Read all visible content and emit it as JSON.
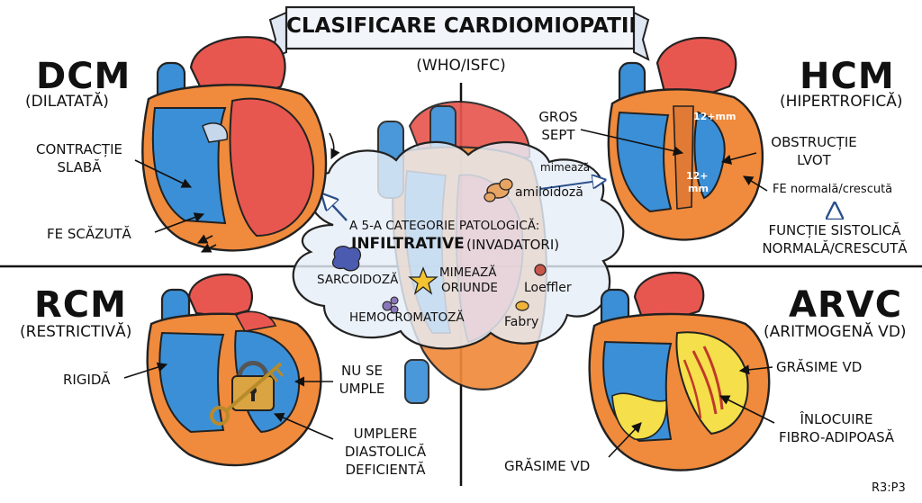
{
  "title": "CLASIFICARE CARDIOMIOPATII",
  "subtitle": "(WHO/ISFC)",
  "quadrants": {
    "dcm": {
      "name": "DCM",
      "full": "(DILATATĂ)",
      "labels": [
        "CONTRACȚIE",
        "SLABĂ",
        "FE SCĂZUTĂ"
      ]
    },
    "hcm": {
      "name": "HCM",
      "full": "(HIPERTROFICĂ)",
      "labels": [
        "GROS",
        "SEPT",
        "OBSTRUCȚIE",
        "LVOT",
        "FE normală/crescută",
        "FUNCȚIE SISTOLICĂ",
        "NORMALĂ/CRESCUTĂ",
        "12+mm",
        "12+",
        "mm"
      ]
    },
    "rcm": {
      "name": "RCM",
      "full": "(RESTRICTIVĂ)",
      "labels": [
        "RIGIDĂ",
        "NU SE",
        "UMPLE",
        "UMPLERE",
        "DIASTOLICĂ",
        "DEFICIENTĂ"
      ]
    },
    "arvc": {
      "name": "ARVC",
      "full": "(ARITMOGENĂ VD)",
      "labels": [
        "GRĂSIME VD",
        "ÎNLOCUIRE",
        "FIBRO-ADIPOASĂ",
        "GRĂSIME VD"
      ]
    }
  },
  "center": {
    "heading_line1": "A 5-A CATEGORIE PATOLOGICĂ:",
    "heading_bold": "INFILTRATIVE",
    "heading_rest": "(INVADATORI)",
    "mimics_arrow": "mimează",
    "items": {
      "amiloidoza": "amiloidoză",
      "sarcoidoza": "SARCOIDOZĂ",
      "mimeaza_oriunde_1": "MIMEAZĂ",
      "mimeaza_oriunde_2": "ORIUNDE",
      "loeffler": "Loeffler",
      "hemocromatoza": "HEMOCROMATOZĂ",
      "fabry": "Fabry"
    }
  },
  "footer_tag": "R3:P3",
  "colors": {
    "red_chamber": "#e8574f",
    "blue_vessel": "#3b8fd6",
    "orange_muscle": "#f08a3c",
    "fat_yellow": "#f5df4a",
    "cloud_fill": "#e6eef8",
    "lock_gold": "#d9a441"
  }
}
